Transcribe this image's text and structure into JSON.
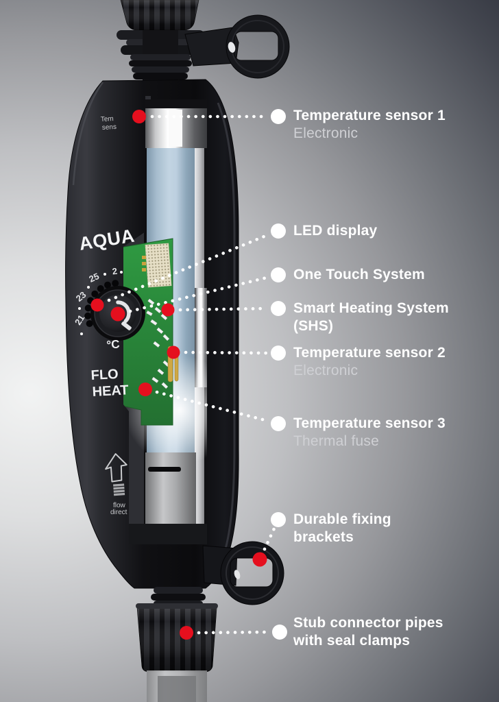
{
  "product": {
    "brand": "AQUA",
    "top_label": {
      "line1": "Tem",
      "line2": "sens"
    },
    "degree_label": "°C",
    "name_on_device": {
      "line1": "FLO",
      "line2": "HEAT"
    },
    "flow_label": {
      "line1": "flow",
      "line2": "direct"
    },
    "dial_scale": {
      "t21": "21",
      "t23": "23",
      "t25": "25",
      "t27": "2"
    }
  },
  "callouts": {
    "temperature_sensor_1": {
      "title": "Temperature sensor 1",
      "subtitle": "Electronic"
    },
    "led_display": {
      "title": "LED display"
    },
    "one_touch_system": {
      "title": "One Touch System"
    },
    "smart_heating_system": {
      "title": "Smart Heating System (SHS)"
    },
    "temperature_sensor_2": {
      "title": "Temperature sensor 2",
      "subtitle": "Electronic"
    },
    "temperature_sensor_3": {
      "title": "Temperature sensor 3",
      "subtitle": "Thermal fuse"
    },
    "durable_fixing_brackets": {
      "title": "Durable fixing brackets"
    },
    "stub_connector_pipes": {
      "title": "Stub connector pipes with seal clamps"
    }
  },
  "colors": {
    "marker_red": "#e50f1e",
    "callout_dot_white": "#ffffff",
    "pcb_green": "#2f9a42",
    "glass_tube_blue": "#b3c8d8",
    "background_dark": "#31343e",
    "background_light": "#f2f3f3"
  }
}
